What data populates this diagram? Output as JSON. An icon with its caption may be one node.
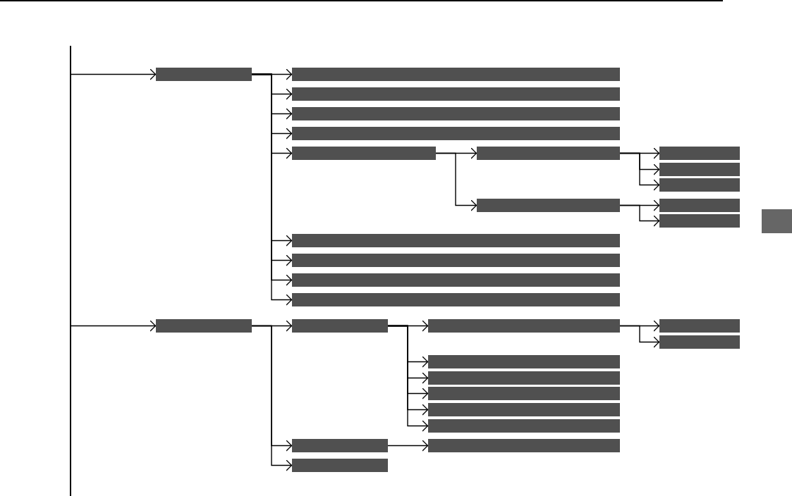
{
  "diagram": {
    "nodes": [
      {
        "text": [],
        "shape": "line"
      },
      {
        "text": [],
        "shape": "bar"
      },
      {
        "text": [],
        "shape": "bar"
      },
      {
        "text": [],
        "shape": "bar"
      },
      {
        "text": [],
        "shape": "bar"
      },
      {
        "text": [],
        "shape": "bar"
      },
      {
        "text": [],
        "shape": "bar"
      },
      {
        "text": [],
        "shape": "bar"
      },
      {
        "text": [],
        "shape": "bar"
      },
      {
        "text": [],
        "shape": "bar"
      },
      {
        "text": [],
        "shape": "bar"
      },
      {
        "text": [],
        "shape": "bar"
      },
      {
        "text": [],
        "shape": "bar"
      },
      {
        "text": [],
        "shape": "bar"
      },
      {
        "text": [],
        "shape": "bar"
      },
      {
        "text": [],
        "shape": "bar"
      },
      {
        "text": [],
        "shape": "bar"
      },
      {
        "text": [],
        "shape": "bar"
      },
      {
        "text": [],
        "shape": "bar"
      },
      {
        "text": [],
        "shape": "bar"
      },
      {
        "text": [],
        "shape": "bar"
      },
      {
        "text": [],
        "shape": "bar"
      },
      {
        "text": [],
        "shape": "bar"
      },
      {
        "text": [],
        "shape": "bar"
      },
      {
        "text": [],
        "shape": "bar"
      },
      {
        "text": [],
        "shape": "bar"
      },
      {
        "text": [],
        "shape": "bar"
      },
      {
        "text": [],
        "shape": "bar"
      },
      {
        "text": [],
        "shape": "bar"
      },
      {
        "text": [],
        "shape": "bar"
      },
      {
        "text": [],
        "shape": "bar"
      }
    ],
    "edges": [
      {
        "from": 0,
        "to": 1,
        "arrow": "to"
      },
      {
        "from": 0,
        "to": 18,
        "arrow": "to"
      },
      {
        "from": 1,
        "to": 2,
        "arrow": "to"
      },
      {
        "from": 1,
        "to": 3,
        "arrow": "to"
      },
      {
        "from": 1,
        "to": 4,
        "arrow": "to"
      },
      {
        "from": 1,
        "to": 5,
        "arrow": "to"
      },
      {
        "from": 1,
        "to": 6,
        "arrow": "to"
      },
      {
        "from": 1,
        "to": 14,
        "arrow": "to"
      },
      {
        "from": 1,
        "to": 15,
        "arrow": "to"
      },
      {
        "from": 1,
        "to": 16,
        "arrow": "to"
      },
      {
        "from": 1,
        "to": 17,
        "arrow": "to"
      },
      {
        "from": 6,
        "to": 7,
        "arrow": "to"
      },
      {
        "from": 6,
        "to": 11,
        "arrow": "to"
      },
      {
        "from": 7,
        "to": 8,
        "arrow": "to"
      },
      {
        "from": 7,
        "to": 9,
        "arrow": "to"
      },
      {
        "from": 7,
        "to": 10,
        "arrow": "to"
      },
      {
        "from": 11,
        "to": 12,
        "arrow": "to"
      },
      {
        "from": 11,
        "to": 13,
        "arrow": "to"
      },
      {
        "from": 18,
        "to": 19,
        "arrow": "to"
      },
      {
        "from": 18,
        "to": 28,
        "arrow": "to"
      },
      {
        "from": 18,
        "to": 30,
        "arrow": "to"
      },
      {
        "from": 19,
        "to": 20,
        "arrow": "to"
      },
      {
        "from": 19,
        "to": 23,
        "arrow": "to"
      },
      {
        "from": 19,
        "to": 24,
        "arrow": "to"
      },
      {
        "from": 19,
        "to": 25,
        "arrow": "to"
      },
      {
        "from": 19,
        "to": 26,
        "arrow": "to"
      },
      {
        "from": 19,
        "to": 27,
        "arrow": "to"
      },
      {
        "from": 20,
        "to": 21,
        "arrow": "to"
      },
      {
        "from": 20,
        "to": 22,
        "arrow": "to"
      },
      {
        "from": 28,
        "to": 29,
        "arrow": "to"
      }
    ]
  }
}
